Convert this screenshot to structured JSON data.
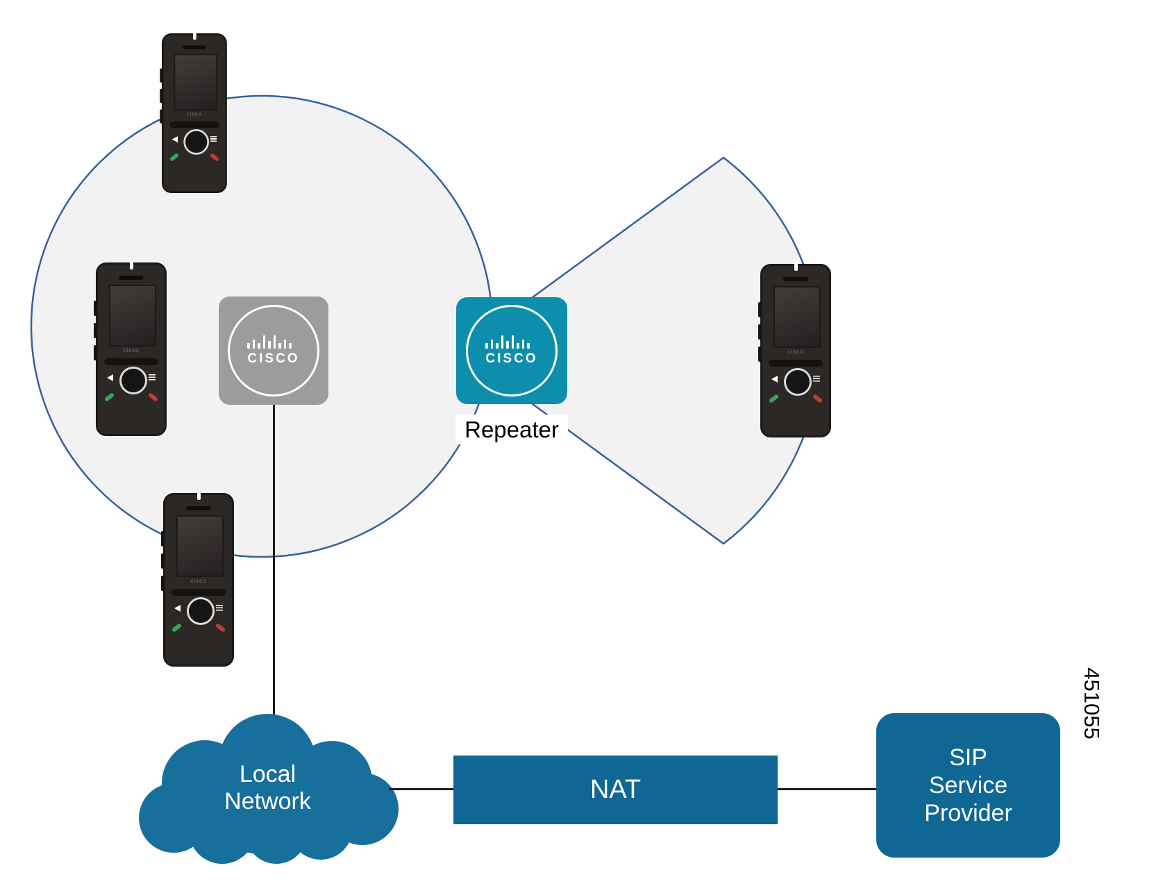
{
  "figure_number": "451055",
  "nodes": {
    "base_station": {
      "logo_text": "CISCO"
    },
    "repeater": {
      "label": "Repeater",
      "logo_text": "CISCO"
    },
    "local_network": {
      "line1": "Local",
      "line2": "Network"
    },
    "nat": {
      "label": "NAT"
    },
    "sip_provider": {
      "line1": "SIP",
      "line2": "Service",
      "line3": "Provider"
    },
    "handsets": {
      "count": 4,
      "logo_text": "cisco"
    }
  },
  "colors": {
    "coverage_fill": "#f2f2f2",
    "coverage_stroke": "#33619e",
    "base_station_gray": "#9c9c9c",
    "repeater_teal": "#0e8ead",
    "network_blue": "#0f6794",
    "cloud_blue": "#176f9c",
    "connector_black": "#1c1c1c",
    "label_black": "#000000",
    "logo_white": "#ffffff"
  }
}
